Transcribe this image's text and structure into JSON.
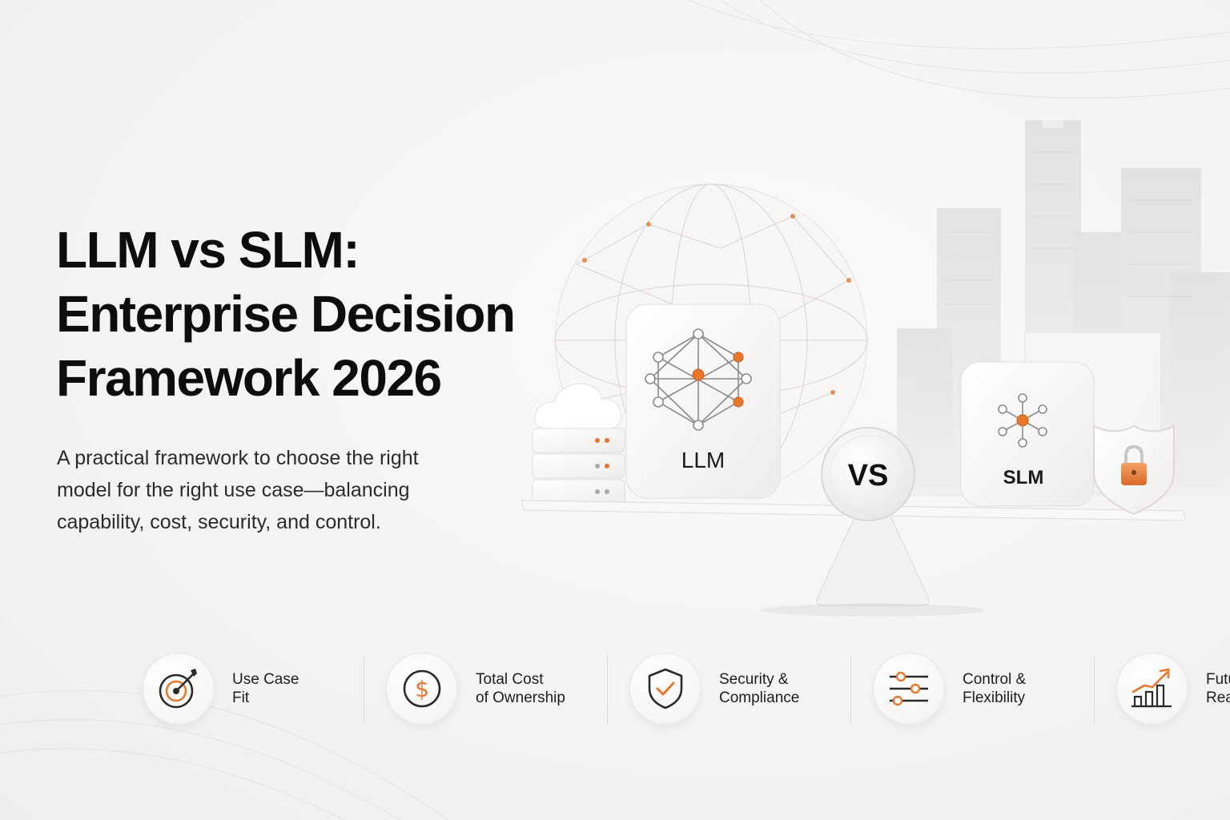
{
  "hero": {
    "title_line1": "LLM vs SLM:",
    "title_line2": "Enterprise Decision",
    "title_line3": "Framework 2026",
    "subtitle": "A practical framework to choose the right model for the right use case—balancing capability, cost, security, and control."
  },
  "scene": {
    "llm_label": "LLM",
    "vs_label": "VS",
    "slm_label": "SLM"
  },
  "features": [
    {
      "label": "Use Case\nFit",
      "icon": "target-icon"
    },
    {
      "label": "Total Cost\nof Ownership",
      "icon": "dollar-icon"
    },
    {
      "label": "Security &\nCompliance",
      "icon": "shield-check-icon"
    },
    {
      "label": "Control &\nFlexibility",
      "icon": "sliders-icon"
    },
    {
      "label": "Future\nReadiness",
      "icon": "growth-chart-icon"
    }
  ],
  "colors": {
    "accent": "#e8772e",
    "text": "#0d0d0d",
    "background": "#f4f3f2"
  }
}
